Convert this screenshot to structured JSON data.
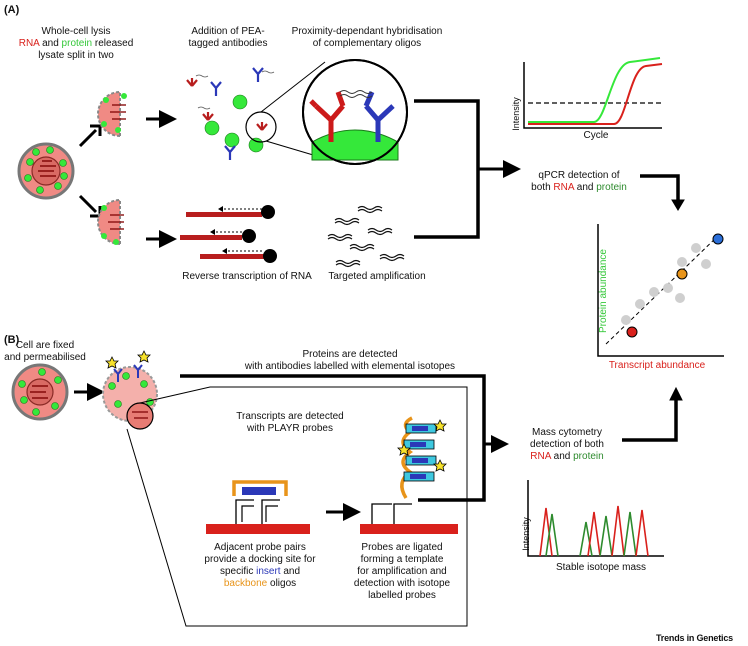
{
  "panel_a": {
    "label": "(A)",
    "lysis": {
      "line1": "Whole-cell lysis",
      "rna": "RNA",
      "and": " and ",
      "protein": "protein",
      "released": " released",
      "line3": "lysate split in two"
    },
    "pea": {
      "line1": "Addition of PEA-",
      "line2": "tagged antibodies"
    },
    "prox": {
      "line1": "Proximity-dependant hybridisation",
      "line2": "of complementary oligos"
    },
    "rt": "Reverse transcription of RNA",
    "amp": "Targeted amplification",
    "qpcr": {
      "line1": "qPCR detection of",
      "both": "both ",
      "rna": "RNA",
      "and": " and ",
      "protein": "protein"
    },
    "qpcr_chart": {
      "ylabel": "Intensity",
      "xlabel": "Cycle"
    },
    "scatter": {
      "ylabel": "Protein abundance",
      "xlabel": "Transcript abundance"
    }
  },
  "panel_b": {
    "label": "(B)",
    "fixed": {
      "line1": "Cell are fixed",
      "line2": "and permeabilised"
    },
    "proteins": {
      "line1": "Proteins are detected",
      "line2": "with antibodies labelled with elemental isotopes"
    },
    "transcripts": {
      "line1": "Transcripts are detected",
      "line2": "with PLAYR probes"
    },
    "adjacent": {
      "line1": "Adjacent probe pairs",
      "line2": "provide a docking site for",
      "specific": "specific ",
      "insert": "insert",
      "and": " and",
      "backbone": "backbone",
      "oligos": " oligos"
    },
    "ligated": {
      "line1": "Probes are ligated",
      "line2": "forming a template",
      "line3": "for amplification and",
      "line4": "detection with isotope",
      "line5": "labelled probes"
    },
    "mass": {
      "line1": "Mass cytometry",
      "line2": "detection of both",
      "rna": "RNA",
      "and": " and ",
      "protein": "protein"
    },
    "mass_chart": {
      "ylabel": "Intensity",
      "xlabel": "Stable isotope mass"
    }
  },
  "brand": "Trends in Genetics",
  "colors": {
    "red": "#d9211c",
    "green": "#35e83a",
    "blue": "#2b38b8",
    "orange": "#e8941a",
    "cyan": "#3ec8e0",
    "pink": "#f08a84"
  }
}
